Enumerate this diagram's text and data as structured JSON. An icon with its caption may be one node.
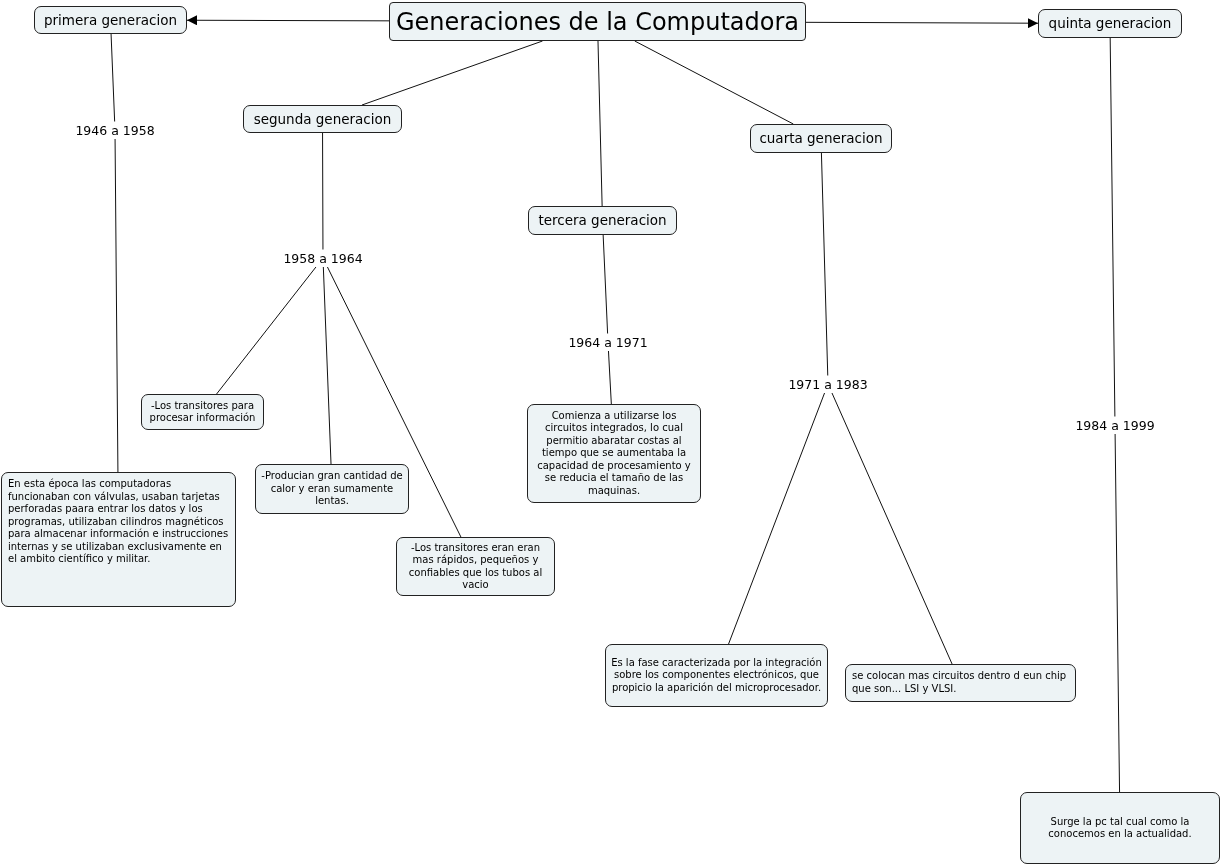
{
  "diagram": {
    "nodes": [
      {
        "text": [
          "Generaciones de la Computadora"
        ]
      },
      {
        "text": [
          "primera generacion"
        ]
      },
      {
        "text": [
          "segunda generacion"
        ]
      },
      {
        "text": [
          "tercera generacion"
        ]
      },
      {
        "text": [
          "cuarta generacion"
        ]
      },
      {
        "text": [
          "quinta generacion"
        ]
      },
      {
        "text": [
          "1946 a 1958"
        ]
      },
      {
        "text": [
          "En esta época las computadoras funcionaban con válvulas, usaban tarjetas perforadas paara entrar los datos y los programas, utilizaban cilindros magnéticos para almacenar información e instrucciones internas y se utilizaban exclusivamente en el ambito científico y militar."
        ]
      },
      {
        "text": [
          "1958 a 1964"
        ]
      },
      {
        "text": [
          "-Los transitores para procesar información"
        ]
      },
      {
        "text": [
          "-Producian gran cantidad de calor y eran sumamente lentas."
        ]
      },
      {
        "text": [
          "-Los transitores eran eran mas rápidos, pequeños y confiables que los tubos al vacio"
        ]
      },
      {
        "text": [
          "1964 a 1971"
        ]
      },
      {
        "text": [
          "Comienza a utilizarse los circuitos integrados, lo cual permitio abaratar costas al tiempo que se aumentaba la capacidad de procesamiento y se reducia el tamaño de las maquinas."
        ]
      },
      {
        "text": [
          "1971 a 1983"
        ]
      },
      {
        "text": [
          "Es la fase caracterizada por la integración sobre los componentes electrónicos, que propicio la aparición del microprocesador."
        ]
      },
      {
        "text": [
          "se colocan mas circuitos dentro d eun chip que son... LSI y VLSI."
        ]
      },
      {
        "text": [
          "1984 a 1999"
        ]
      },
      {
        "text": [
          "Surge la pc tal cual como la conocemos en la actualidad."
        ]
      }
    ],
    "edges": [
      {
        "from": 0,
        "to": 1,
        "arrow": "to"
      },
      {
        "from": 0,
        "to": 2,
        "arrow": "none"
      },
      {
        "from": 0,
        "to": 3,
        "arrow": "none"
      },
      {
        "from": 0,
        "to": 4,
        "arrow": "none"
      },
      {
        "from": 0,
        "to": 5,
        "arrow": "to"
      },
      {
        "from": 1,
        "to": 6,
        "arrow": "none"
      },
      {
        "from": 6,
        "to": 7,
        "arrow": "none"
      },
      {
        "from": 2,
        "to": 8,
        "arrow": "none"
      },
      {
        "from": 8,
        "to": 9,
        "arrow": "none"
      },
      {
        "from": 8,
        "to": 10,
        "arrow": "none"
      },
      {
        "from": 8,
        "to": 11,
        "arrow": "none"
      },
      {
        "from": 3,
        "to": 12,
        "arrow": "none"
      },
      {
        "from": 12,
        "to": 13,
        "arrow": "none"
      },
      {
        "from": 4,
        "to": 14,
        "arrow": "none"
      },
      {
        "from": 14,
        "to": 15,
        "arrow": "none"
      },
      {
        "from": 14,
        "to": 16,
        "arrow": "none"
      },
      {
        "from": 5,
        "to": 17,
        "arrow": "none"
      },
      {
        "from": 17,
        "to": 18,
        "arrow": "none"
      }
    ]
  }
}
